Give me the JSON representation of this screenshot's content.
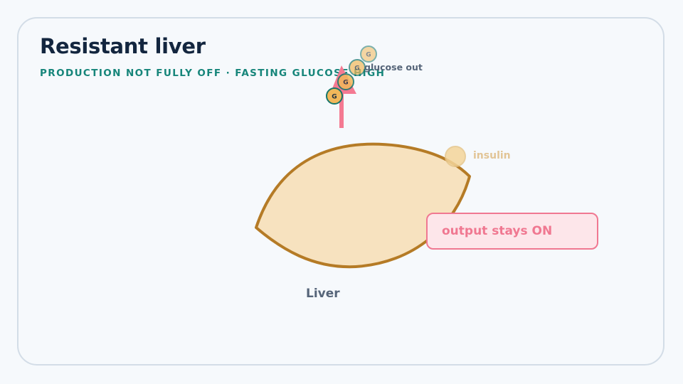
{
  "title": "Resistant liver",
  "subtitle": "PRODUCTION NOT FULLY OFF · FASTING GLUCOSE HIGH",
  "glucose_label": "glucose out",
  "glucose_molecule_letter": "G",
  "insulin_label": "insulin",
  "organ_label": "Liver",
  "callout_text": "output stays ON",
  "colors": {
    "liver_fill": "#f7e2bf",
    "liver_stroke": "#b57b26",
    "arrow": "#f47a92",
    "glucose_fill": "#f2b85a",
    "glucose_stroke": "#17766b",
    "insulin": "#f4d59a",
    "callout_border": "#f07891",
    "title": "#13263f",
    "subtitle": "#16857a"
  }
}
